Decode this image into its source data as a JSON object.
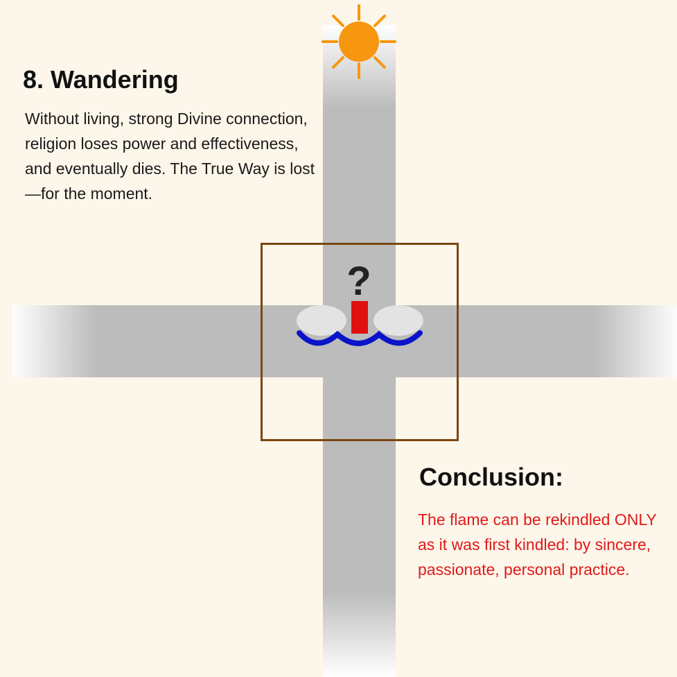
{
  "section": {
    "title": "8. Wandering",
    "body": "Without living, strong Divine connection, religion loses power and effectiveness, and eventually dies. The True Way is lost—for the moment."
  },
  "conclusion": {
    "heading": "Conclusion:",
    "lines": [
      "The flame can be rekindled ONLY",
      "as it was first kindled: by sincere,",
      "passionate, personal  practice."
    ]
  },
  "symbol": {
    "mark": "?"
  },
  "colors": {
    "background": "#fdf6ea",
    "bar": "#bcbcbc",
    "frame": "#7a4710",
    "sun": "#f7960f",
    "flame_body": "#e01010",
    "waves": "#0a14c8",
    "conclusion_text": "#e01a1a"
  },
  "icons": [
    "sun-icon",
    "question-mark-icon",
    "candle-icon",
    "waves-icon"
  ]
}
